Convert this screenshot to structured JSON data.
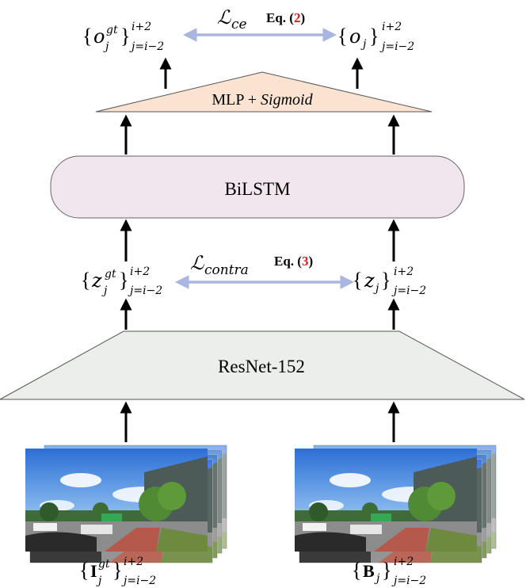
{
  "top": {
    "left_set": {
      "brace_open": "{",
      "var": "o",
      "sup": "gt",
      "sub": "j",
      "brace_close": "}",
      "upper": "i+2",
      "lower": "j=i−2"
    },
    "right_set": {
      "brace_open": "{",
      "var": "o",
      "sub": "j",
      "brace_close": "}",
      "upper": "i+2",
      "lower": "j=i−2"
    },
    "loss": {
      "symbol": "ℒ",
      "sub": "ce",
      "eq_prefix": "Eq. (",
      "eq_num": "2",
      "eq_suffix": ")"
    }
  },
  "mlp": {
    "label_plain": "MLP + ",
    "label_italic": "Sigmoid"
  },
  "bilstm": {
    "label": "BiLSTM"
  },
  "middle": {
    "left_set": {
      "brace_open": "{",
      "var": "z",
      "sup": "gt",
      "sub": "j",
      "brace_close": "}",
      "upper": "i+2",
      "lower": "j=i−2"
    },
    "right_set": {
      "brace_open": "{",
      "var": "z",
      "sub": "j",
      "brace_close": "}",
      "upper": "i+2",
      "lower": "j=i−2"
    },
    "loss": {
      "symbol": "ℒ",
      "sub": "contra",
      "eq_prefix": "Eq. (",
      "eq_num": "3",
      "eq_suffix": ")"
    }
  },
  "resnet": {
    "label": "ResNet-152"
  },
  "inputs": {
    "left": {
      "brace_open": "{",
      "var": "I",
      "sup": "gt",
      "sub": "j",
      "brace_close": "}",
      "upper": "i+2",
      "lower": "j=i−2"
    },
    "right": {
      "brace_open": "{",
      "var": "B",
      "sub": "j",
      "brace_close": "}",
      "upper": "i+2",
      "lower": "j=i−2"
    }
  },
  "colors": {
    "mlp_fill": "#fbe3d2",
    "bilstm_fill": "#f2e6ee",
    "resnet_fill": "#eceeeb",
    "loss_arrow": "#a9b6e0",
    "eq_red": "#d21f1f",
    "arrow_black": "#000000"
  }
}
